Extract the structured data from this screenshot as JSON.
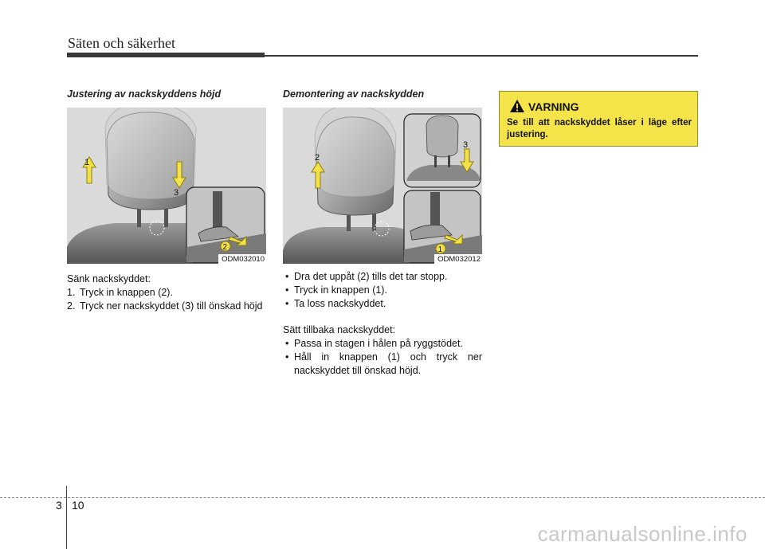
{
  "header": {
    "title": "Säten och säkerhet"
  },
  "left": {
    "heading": "Justering av nackskyddens höjd",
    "figure": {
      "code": "ODM032010",
      "labels": [
        "1",
        "2",
        "3"
      ]
    },
    "intro": "Sänk nackskyddet:",
    "steps": [
      {
        "marker": "1.",
        "text": "Tryck in knappen (2)."
      },
      {
        "marker": "2.",
        "text": "Tryck ner nackskyddet (3) till önskad höjd"
      }
    ]
  },
  "middle": {
    "heading": "Demontering av nackskydden",
    "figure": {
      "code": "ODM032012",
      "labels": [
        "1",
        "2",
        "3"
      ]
    },
    "bullets": [
      {
        "marker": "•",
        "text": "Dra det uppåt (2) tills det tar stopp."
      },
      {
        "marker": "•",
        "text": "Tryck in knappen (1)."
      },
      {
        "marker": "•",
        "text": "Ta loss nackskyddet."
      }
    ],
    "refit_intro": "Sätt tillbaka nackskyddet:",
    "refit_bullets": [
      {
        "marker": "•",
        "text": "Passa in stagen i hålen på ryggstödet."
      },
      {
        "marker": "•",
        "text": "Håll in knappen (1) och tryck ner nackskyddet till önskad höjd."
      }
    ]
  },
  "warning": {
    "title": "VARNING",
    "text": "Se till att nackskyddet låser i läge efter justering.",
    "icon": "warning-triangle-icon",
    "background": "#f5e34a"
  },
  "footer": {
    "chapter": "3",
    "page": "10"
  },
  "watermark": "carmanualsonline.info",
  "colors": {
    "arrow": "#f3e14a",
    "arrow_stroke": "#8a7d10",
    "rule": "#3a3a3a"
  }
}
